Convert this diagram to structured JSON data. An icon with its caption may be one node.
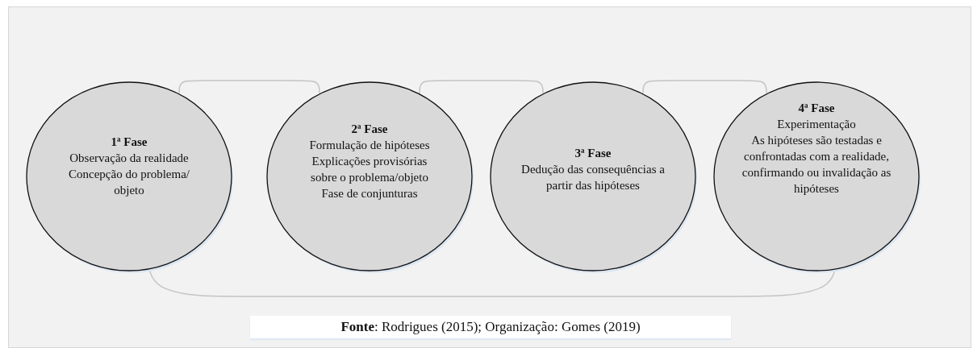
{
  "diagram": {
    "caption": "**Fonte**: Rodrigues (2015);  Organização: Gomes (2019)",
    "nodes": [
      {
        "text": [
          "1ª Fase",
          "Observação da realidade",
          "Concepção do problema/ objeto"
        ]
      },
      {
        "text": [
          "2ª Fase",
          "Formulação de hipóteses",
          "Explicações provisórias sobre o problema/objeto",
          "Fase de conjunturas"
        ]
      },
      {
        "text": [
          "3ª Fase",
          "Dedução das consequências a partir das hipóteses"
        ]
      },
      {
        "text": [
          "4ª Fase",
          "Experimentação",
          "As hipóteses são testadas e confrontadas com a realidade, confirmando ou invalidação as hipóteses"
        ]
      }
    ],
    "edges": [
      {
        "from": 0,
        "to": 1,
        "arrow": "none"
      },
      {
        "from": 1,
        "to": 2,
        "arrow": "none"
      },
      {
        "from": 2,
        "to": 3,
        "arrow": "none"
      },
      {
        "from": 0,
        "to": 3,
        "arrow": "none"
      }
    ]
  }
}
